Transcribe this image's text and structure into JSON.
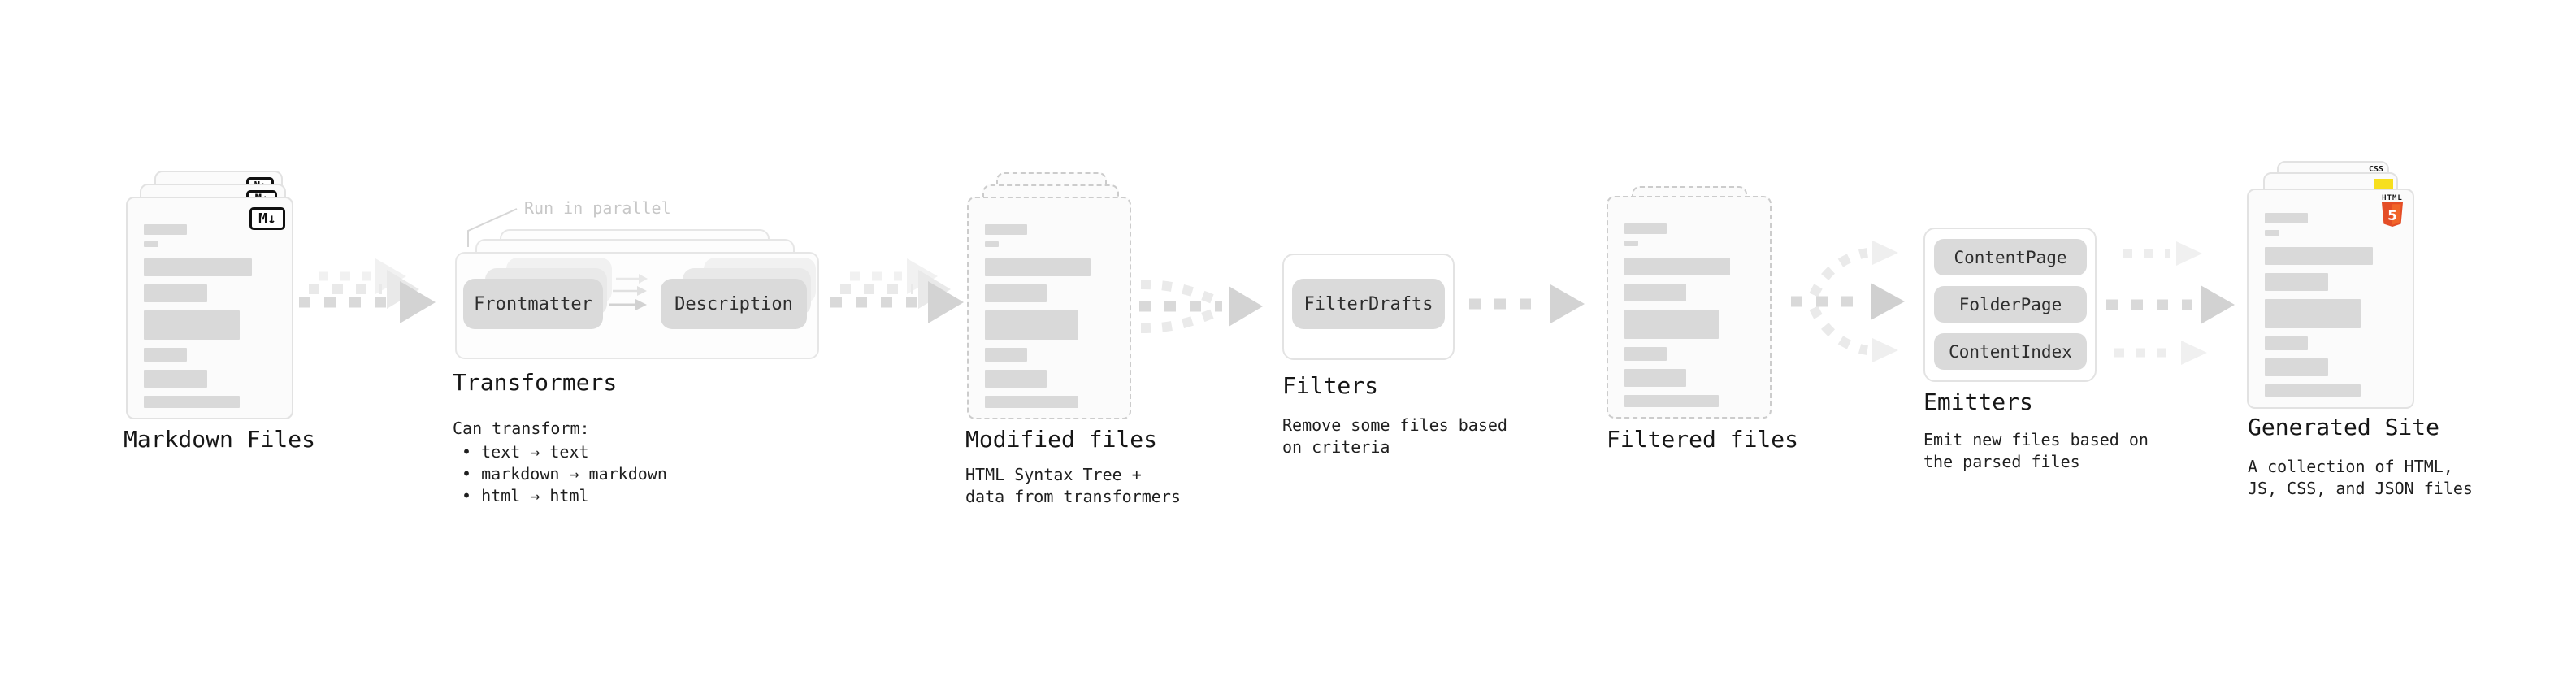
{
  "stages": {
    "markdown": {
      "title": "Markdown Files",
      "badge": "M↓"
    },
    "transformers": {
      "title": "Transformers",
      "annotation": "Run in parallel",
      "pill_left": "Frontmatter",
      "pill_right": "Description",
      "note_heading": "Can transform:",
      "bullets": [
        "• text → text",
        "• markdown → markdown",
        "• html → html"
      ]
    },
    "modified": {
      "title": "Modified files",
      "subtitle": [
        "HTML Syntax Tree +",
        "data from transformers"
      ]
    },
    "filters": {
      "title": "Filters",
      "pill": "FilterDrafts",
      "subtitle": [
        "Remove some files based",
        "on criteria"
      ]
    },
    "filtered": {
      "title": "Filtered files"
    },
    "emitters": {
      "title": "Emitters",
      "pills": [
        "ContentPage",
        "FolderPage",
        "ContentIndex"
      ],
      "subtitle": [
        "Emit new files based on",
        "the parsed files"
      ]
    },
    "generated": {
      "title": "Generated Site",
      "subtitle": [
        "A collection of HTML,",
        "JS, CSS, and JSON files"
      ],
      "badges": {
        "css": "CSS",
        "html_word": "HTML",
        "html_num": "5"
      }
    }
  },
  "colors": {
    "background": "#ffffff",
    "card_fill": "#fbfbfb",
    "card_border": "#e2e2e2",
    "dashed_border": "#cccccc",
    "bar_fill": "#d9d9d9",
    "pill_fill": "#dadada",
    "arrow_main": "#d9d9d9",
    "arrow_head": "#d3d3d3",
    "arrow_ghost": "#ececec",
    "annotation_text": "#c7c7c7",
    "title_text": "#161616",
    "html5_orange": "#e44d26",
    "html5_orange_light": "#f16529",
    "js_yellow": "#f7df1e",
    "css_blue": "#2965f1"
  },
  "decor": {
    "file_rows": [
      {
        "w": 33,
        "h": 13,
        "mb": 8
      },
      {
        "w": 11,
        "h": 7,
        "mb": 14
      },
      {
        "w": 82,
        "h": 22,
        "mb": 10
      },
      {
        "w": 48,
        "h": 22,
        "mb": 10
      },
      {
        "w": 73,
        "h": 36,
        "mb": 10
      },
      {
        "w": 33,
        "h": 17,
        "mb": 10
      },
      {
        "w": 48,
        "h": 22,
        "mb": 10
      },
      {
        "w": 73,
        "h": 15,
        "mb": 0
      }
    ]
  }
}
